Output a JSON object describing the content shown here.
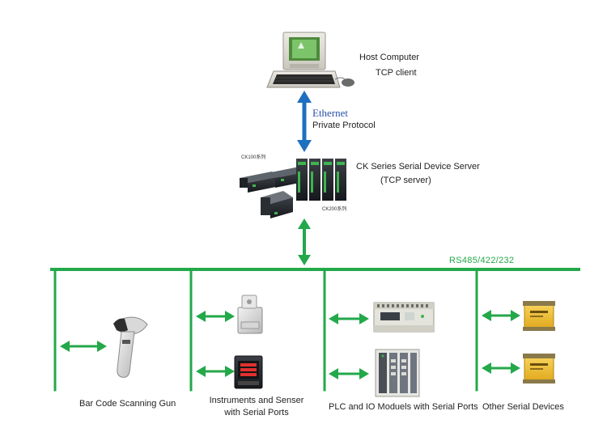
{
  "host": {
    "title": "Host Computer",
    "subtitle": "TCP client"
  },
  "link": {
    "protocol_top": "Ethernet",
    "protocol_bottom": "Private  Protocol"
  },
  "server": {
    "title": "CK Series Serial Device Server",
    "subtitle": "(TCP server)",
    "tag_ck100": "CK100系列",
    "tag_ck200": "CK200系列"
  },
  "bus": {
    "label": "RS485/422/232"
  },
  "devices": {
    "barcode": "Bar Code Scanning Gun",
    "instruments_line1": "Instruments  and Senser",
    "instruments_line2": "with Serial Ports",
    "plc": "PLC and IO  Moduels with Serial Ports",
    "other": "Other Serial Devices"
  },
  "colors": {
    "bus_green": "#23a84a",
    "ethernet_blue": "#1f6fc0"
  }
}
